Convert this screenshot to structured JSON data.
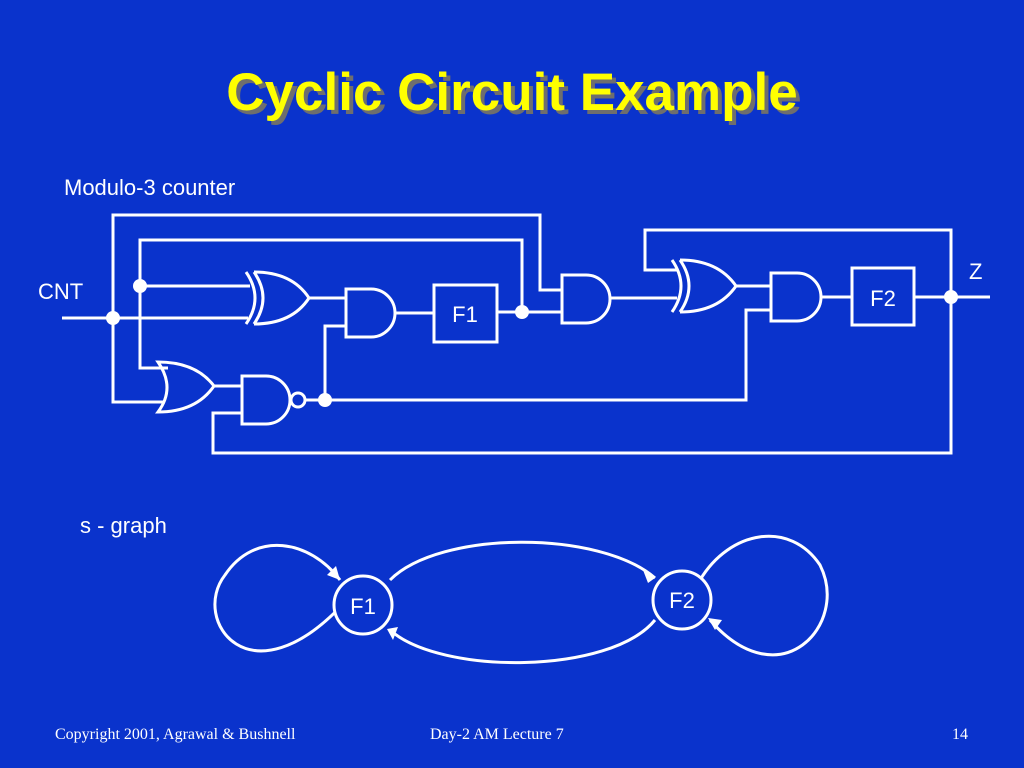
{
  "slide": {
    "title": "Cyclic Circuit Example",
    "circuit_label": "Modulo-3 counter",
    "graph_label": "s - graph"
  },
  "circuit": {
    "input_label": "CNT",
    "output_label": "Z",
    "flipflop1": "F1",
    "flipflop2": "F2"
  },
  "sgraph": {
    "node1": "F1",
    "node2": "F2"
  },
  "footer": {
    "copyright": "Copyright 2001, Agrawal & Bushnell",
    "lecture": "Day-2 AM Lecture 7",
    "page": "14"
  },
  "colors": {
    "background": "#0a33cc",
    "title": "#ffff00",
    "title_shadow": "#6e6e6e",
    "lines": "#ffffff"
  }
}
